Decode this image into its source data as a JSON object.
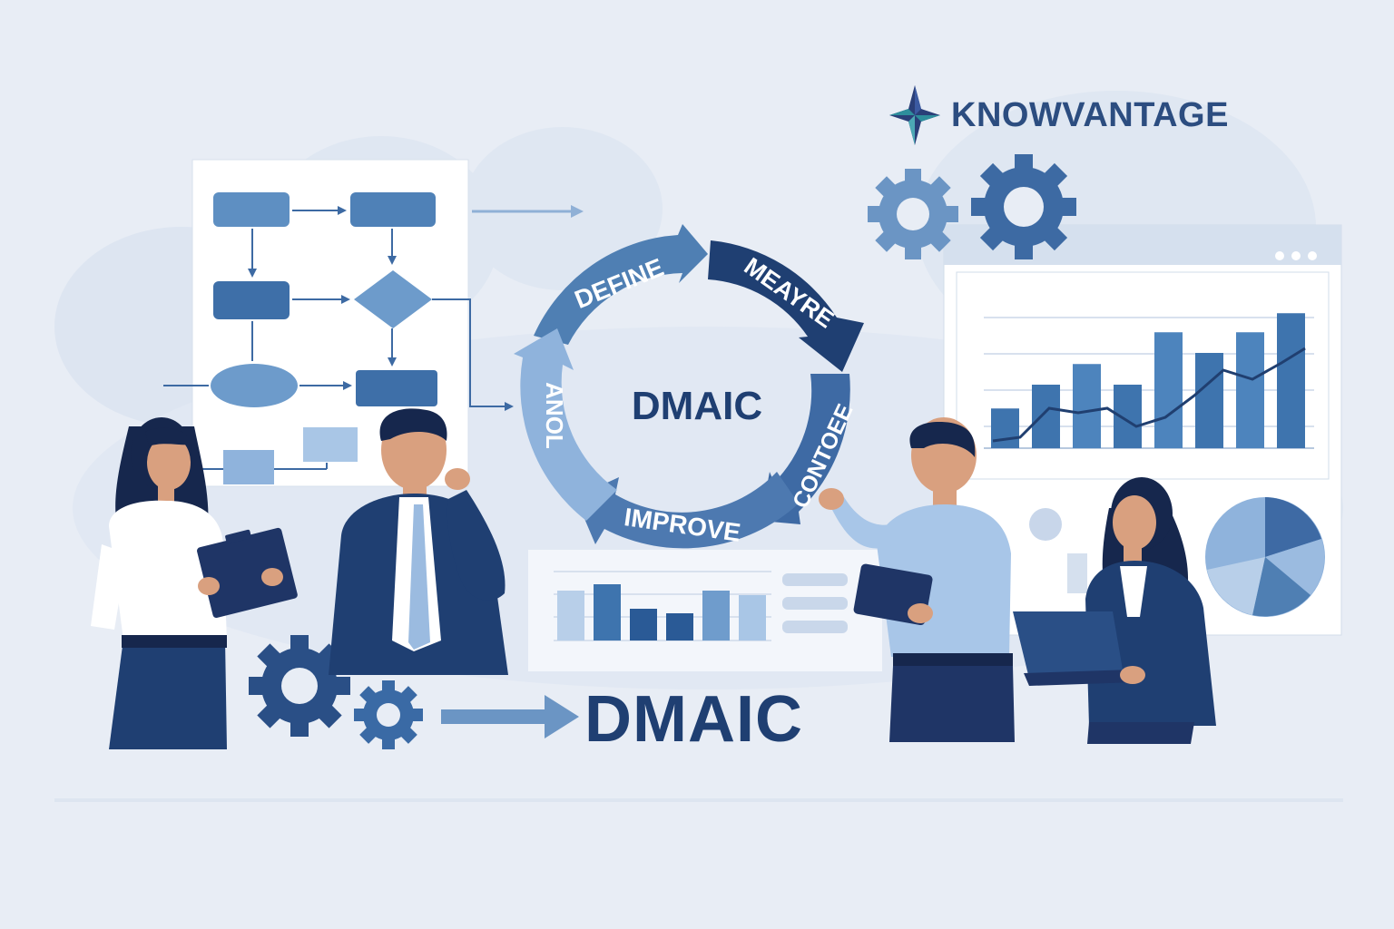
{
  "brand": {
    "name": "KNOWVANTAGE",
    "logo_icon": "four-point-star-icon",
    "colors": {
      "teal": "#2e8e9c",
      "navy": "#2a3f78"
    }
  },
  "cycle": {
    "center_label": "DMAIC",
    "phases": [
      {
        "label": "DEFINE"
      },
      {
        "label": "MEAYRE"
      },
      {
        "label": "CONTOEE"
      },
      {
        "label": "IMPROVE"
      },
      {
        "label": "ANOL"
      }
    ]
  },
  "footer_label": "DMAIC",
  "colors": {
    "background": "#e8edf5",
    "navy": "#1f3f72",
    "mid_blue": "#4f7fb3",
    "light_blue": "#9bbbe0",
    "pale_blue": "#d4e1f1"
  },
  "bar_chart": {
    "bars": [
      0.25,
      0.4,
      0.53,
      0.4,
      0.73,
      0.6,
      0.73,
      0.85
    ]
  },
  "mini_chart": {
    "bars": [
      0.55,
      0.62,
      0.35,
      0.3,
      0.55,
      0.5
    ]
  }
}
